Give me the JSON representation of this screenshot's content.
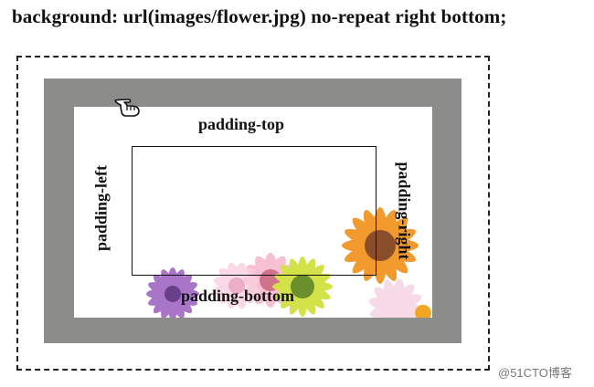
{
  "title": "background: url(images/flower.jpg) no-repeat right bottom;",
  "labels": {
    "top": "padding-top",
    "bottom": "padding-bottom",
    "left": "padding-left",
    "right": "padding-right"
  },
  "watermark": "@51CTO博客",
  "icons": {
    "pointer": "hand-pointer-icon",
    "background": "flower-image"
  },
  "colors": {
    "border": "#8c8d8a",
    "padding": "#ffffff",
    "text": "#111111"
  }
}
